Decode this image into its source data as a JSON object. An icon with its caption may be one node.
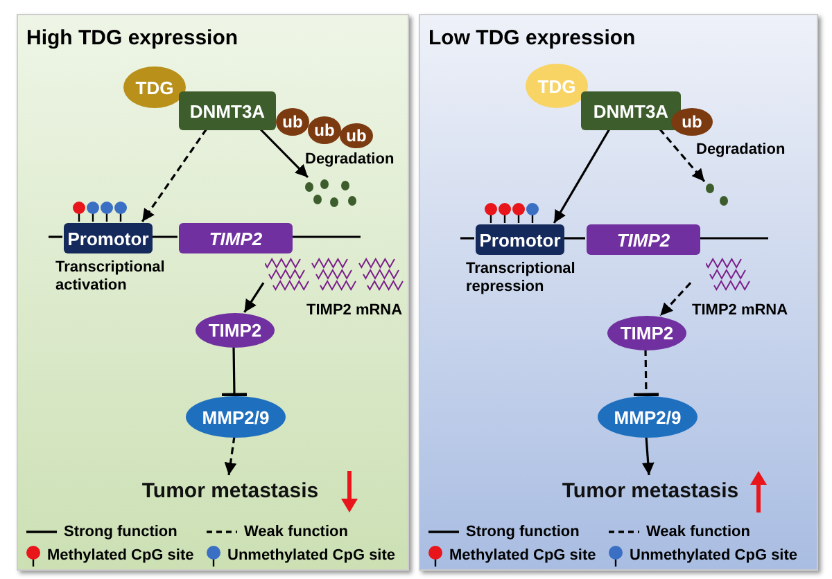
{
  "diagram": {
    "nodes": [
      {
        "text": [
          "High TDG expression"
        ]
      },
      {
        "text": [
          "TDG"
        ],
        "in": 0
      },
      {
        "text": [
          "DNMT3A"
        ],
        "in": 0
      },
      {
        "text": [
          "ub"
        ],
        "in": 0
      },
      {
        "text": [
          "ub"
        ],
        "in": 0
      },
      {
        "text": [
          "ub"
        ],
        "in": 0
      },
      {
        "text": [],
        "shape": "dots",
        "in": 0
      },
      {
        "text": [
          "Promotor"
        ],
        "beside": [
          "Transcriptional activation"
        ],
        "in": 0
      },
      {
        "text": [
          "TIMP2"
        ],
        "in": 0
      },
      {
        "text": [
          "TIMP2 mRNA"
        ],
        "in": 0
      },
      {
        "text": [
          "TIMP2"
        ],
        "in": 0
      },
      {
        "text": [
          "MMP2/9"
        ],
        "in": 0
      },
      {
        "text": [
          "Tumor metastasis"
        ],
        "in": 0
      },
      {
        "text": [
          "Low TDG expression"
        ]
      },
      {
        "text": [
          "TDG"
        ],
        "in": 13
      },
      {
        "text": [
          "DNMT3A"
        ],
        "in": 13
      },
      {
        "text": [
          "ub"
        ],
        "in": 13
      },
      {
        "text": [],
        "shape": "dots",
        "in": 13
      },
      {
        "text": [
          "Promotor"
        ],
        "beside": [
          "Transcriptional repression"
        ],
        "in": 13
      },
      {
        "text": [
          "TIMP2"
        ],
        "in": 13
      },
      {
        "text": [
          "TIMP2 mRNA"
        ],
        "in": 13
      },
      {
        "text": [
          "TIMP2"
        ],
        "in": 13
      },
      {
        "text": [
          "MMP2/9"
        ],
        "in": 13
      },
      {
        "text": [
          "Tumor metastasis"
        ],
        "in": 13
      }
    ],
    "edges": [
      {
        "from": 2,
        "to": 7,
        "arrow": "to",
        "style": "dashed"
      },
      {
        "from": 2,
        "to": 6,
        "arrow": "to",
        "label": "Degradation"
      },
      {
        "from": 7,
        "to": 8,
        "arrow": "none"
      },
      {
        "from": 9,
        "to": 10,
        "arrow": "to"
      },
      {
        "from": 10,
        "to": 11,
        "arrow": "other"
      },
      {
        "from": 11,
        "to": 12,
        "arrow": "to",
        "style": "dashed"
      },
      {
        "from": 15,
        "to": 18,
        "arrow": "to"
      },
      {
        "from": 15,
        "to": 17,
        "arrow": "to",
        "label": "Degradation",
        "style": "dashed"
      },
      {
        "from": 18,
        "to": 19,
        "arrow": "none"
      },
      {
        "from": 20,
        "to": 21,
        "arrow": "to",
        "style": "dashed"
      },
      {
        "from": 21,
        "to": 22,
        "arrow": "other",
        "style": "dashed"
      },
      {
        "from": 22,
        "to": 23,
        "arrow": "to"
      }
    ],
    "legend": [
      {
        "text": "Strong function"
      },
      {
        "text": "Weak function"
      },
      {
        "text": "Methylated CpG site"
      },
      {
        "text": "Unmethylated CpG site"
      },
      {
        "text": "Strong function"
      },
      {
        "text": "Weak function"
      },
      {
        "text": "Methylated CpG site"
      },
      {
        "text": "Unmethylated CpG site"
      }
    ]
  }
}
